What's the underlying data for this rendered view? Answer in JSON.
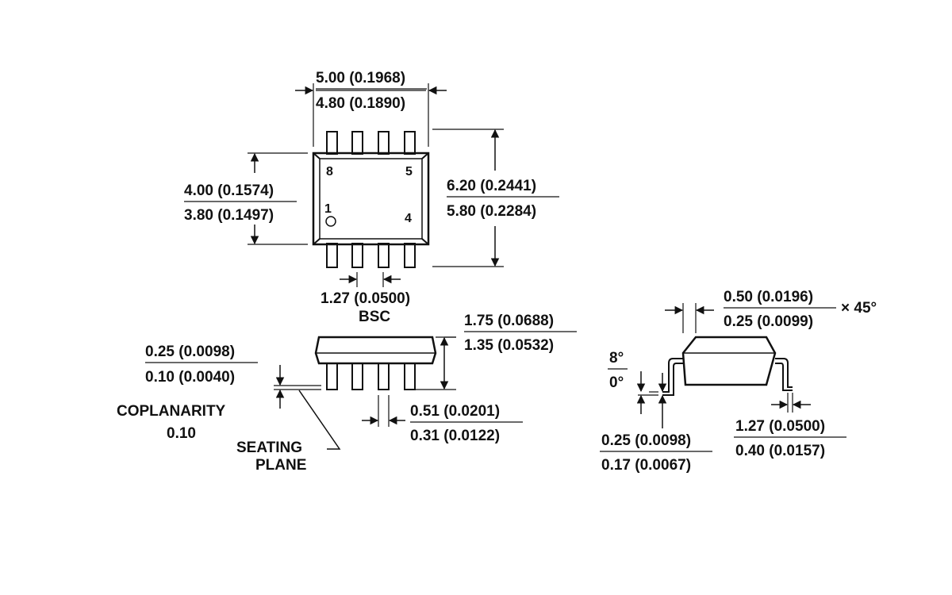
{
  "top_view": {
    "width_max": "5.00 (0.1968)",
    "width_min": "4.80 (0.1890)",
    "body_width_max": "4.00 (0.1574)",
    "body_width_min": "3.80 (0.1497)",
    "overall_width_max": "6.20 (0.2441)",
    "overall_width_min": "5.80 (0.2284)",
    "pin_8": "8",
    "pin_5": "5",
    "pin_1": "1",
    "pin_4": "4",
    "pitch": "1.27 (0.0500)",
    "pitch_note": "BSC"
  },
  "side_view": {
    "height_max": "1.75 (0.0688)",
    "height_min": "1.35 (0.0532)",
    "standoff_max": "0.25 (0.0098)",
    "standoff_min": "0.10 (0.0040)",
    "coplanarity_label": "COPLANARITY",
    "coplanarity_value": "0.10",
    "seating_line1": "SEATING",
    "seating_line2": "PLANE",
    "lead_width_max": "0.51 (0.0201)",
    "lead_width_min": "0.31 (0.0122)"
  },
  "end_view": {
    "chamfer_max": "0.50 (0.0196)",
    "chamfer_min": "0.25 (0.0099)",
    "chamfer_angle": "× 45°",
    "angle_max": "8°",
    "angle_min": "0°",
    "lead_thick_max": "0.25 (0.0098)",
    "lead_thick_min": "0.17 (0.0067)",
    "foot_len_max": "1.27 (0.0500)",
    "foot_len_min": "0.40 (0.0157)"
  }
}
